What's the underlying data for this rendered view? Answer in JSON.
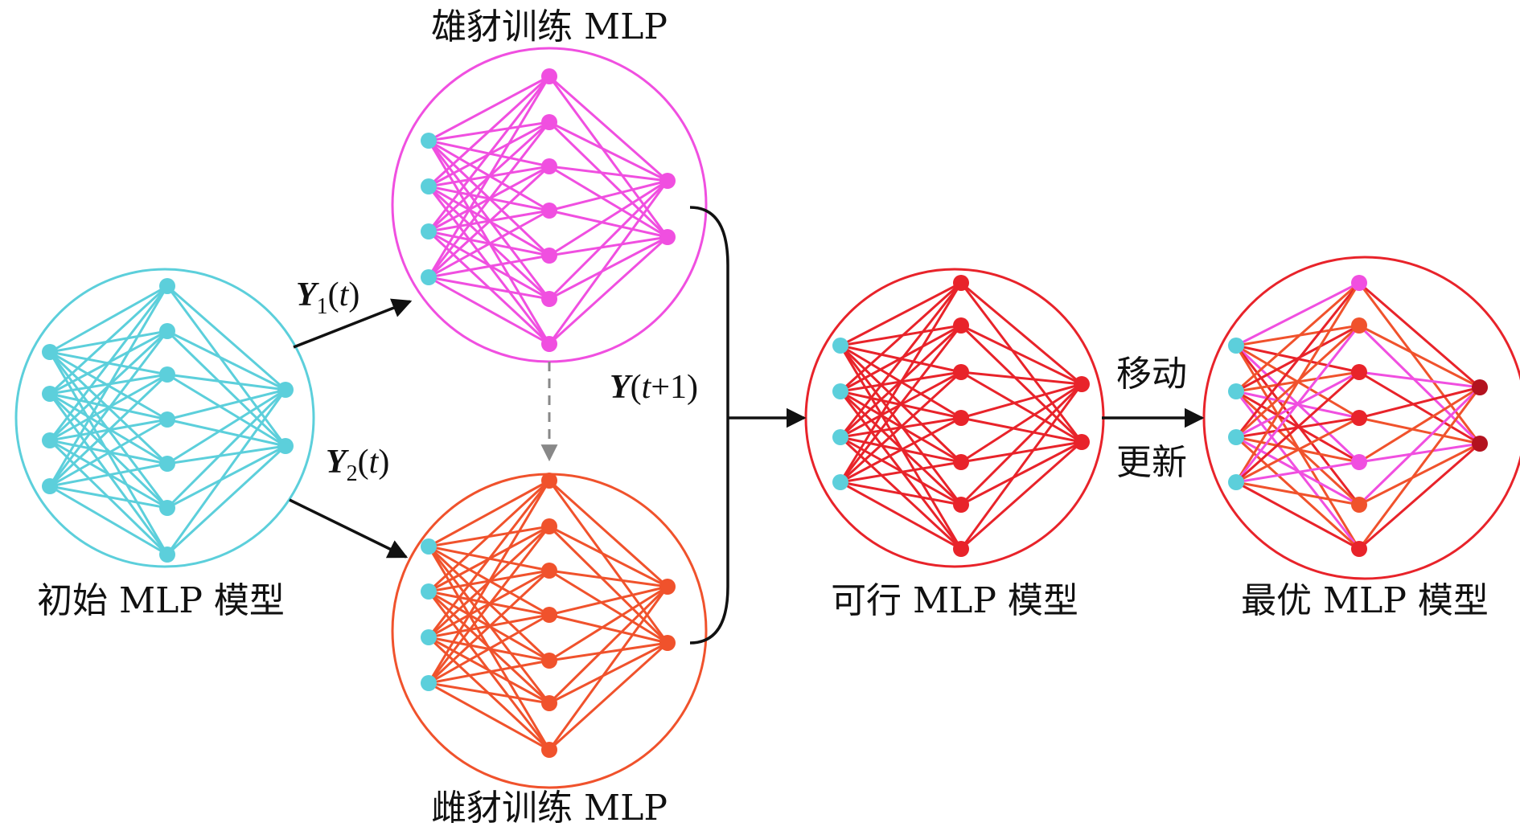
{
  "labels": {
    "initial": "初始 MLP 模型",
    "male": "雄豺训练 MLP",
    "female": "雌豺训练 MLP",
    "feasible": "可行 MLP 模型",
    "optimal": "最优 MLP 模型",
    "move": "移动",
    "update": "更新"
  },
  "math": {
    "y1": {
      "sym": "Y",
      "sub": "1",
      "arg_open": "(",
      "arg": "t",
      "arg_close": ")"
    },
    "y2": {
      "sym": "Y",
      "sub": "2",
      "arg_open": "(",
      "arg": "t",
      "arg_close": ")"
    },
    "y3": {
      "sym": "Y",
      "open": "(",
      "arg": "t",
      "rest": "+1)"
    }
  },
  "colors": {
    "cyan": "#5ccfdb",
    "magenta": "#f04fe0",
    "orange": "#f0522c",
    "red": "#e8232a",
    "darkred": "#b3121f",
    "arrow": "#111111",
    "dashed": "#888888"
  },
  "networks": {
    "initial": {
      "inputs": 4,
      "hidden": 7,
      "outputs": 2,
      "node": "cyan",
      "edge": "cyan",
      "ring": "cyan"
    },
    "male": {
      "inputs": 4,
      "hidden": 7,
      "outputs": 2,
      "node": "magenta",
      "edge": "magenta",
      "ring": "magenta",
      "input_node": "cyan"
    },
    "female": {
      "inputs": 4,
      "hidden": 7,
      "outputs": 2,
      "node": "orange",
      "edge": "orange",
      "ring": "orange",
      "input_node": "cyan"
    },
    "feasible": {
      "inputs": 4,
      "hidden": 7,
      "outputs": 2,
      "node": "red",
      "edge": "red",
      "ring": "red",
      "input_node": "cyan"
    },
    "optimal": {
      "inputs": 4,
      "hidden": 7,
      "outputs": 2,
      "node": "mixed",
      "edge": "mixed",
      "ring": "red",
      "input_node": "cyan",
      "output_node": "darkred"
    }
  }
}
